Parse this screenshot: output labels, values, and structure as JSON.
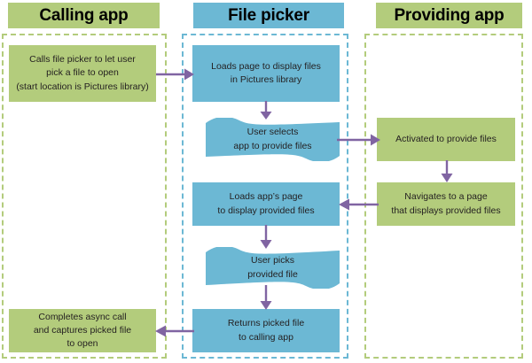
{
  "colors": {
    "green": "#b3cc7c",
    "blue": "#6cb8d4",
    "arrow": "#8064a2",
    "text": "#231f20",
    "background": "#ffffff"
  },
  "lanes": [
    {
      "id": "calling-app",
      "title": "Calling app",
      "color": "#b3cc7c"
    },
    {
      "id": "file-picker",
      "title": "File picker",
      "color": "#6cb8d4"
    },
    {
      "id": "providing-app",
      "title": "Providing app",
      "color": "#b3cc7c"
    }
  ],
  "nodes": [
    {
      "id": "calls-file-picker",
      "lane": "calling-app",
      "shape": "rectangle",
      "color": "#b3cc7c",
      "text": "Calls file picker  to let user\npick a file to open\n(start location  is Pictures library)"
    },
    {
      "id": "loads-page-pictures",
      "lane": "file-picker",
      "shape": "rectangle",
      "color": "#6cb8d4",
      "text": "Loads page to display files\nin Pictures library"
    },
    {
      "id": "user-selects-app",
      "lane": "file-picker",
      "shape": "tape",
      "color": "#6cb8d4",
      "text": "User selects\napp to provide files"
    },
    {
      "id": "activated-to-provide",
      "lane": "providing-app",
      "shape": "rectangle",
      "color": "#b3cc7c",
      "text": "Activated to provide files"
    },
    {
      "id": "loads-apps-page",
      "lane": "file-picker",
      "shape": "rectangle",
      "color": "#6cb8d4",
      "text": "Loads app’s page\nto display provided files"
    },
    {
      "id": "navigates-to-page",
      "lane": "providing-app",
      "shape": "rectangle",
      "color": "#b3cc7c",
      "text": "Navigates to a page\nthat displays provided files"
    },
    {
      "id": "user-picks-file",
      "lane": "file-picker",
      "shape": "tape",
      "color": "#6cb8d4",
      "text": "User picks\nprovided file"
    },
    {
      "id": "returns-picked-file",
      "lane": "file-picker",
      "shape": "rectangle",
      "color": "#6cb8d4",
      "text": "Returns picked file\nto calling app"
    },
    {
      "id": "completes-async-call",
      "lane": "calling-app",
      "shape": "rectangle",
      "color": "#b3cc7c",
      "text": "Completes async call\nand captures picked file\nto open"
    }
  ],
  "connectors": [
    {
      "id": "c1",
      "from": "calls-file-picker",
      "to": "loads-page-pictures",
      "direction": "right"
    },
    {
      "id": "c2",
      "from": "loads-page-pictures",
      "to": "user-selects-app",
      "direction": "down"
    },
    {
      "id": "c3",
      "from": "user-selects-app",
      "to": "activated-to-provide",
      "direction": "right"
    },
    {
      "id": "c4",
      "from": "activated-to-provide",
      "to": "navigates-to-page",
      "direction": "down"
    },
    {
      "id": "c5",
      "from": "navigates-to-page",
      "to": "loads-apps-page",
      "direction": "left"
    },
    {
      "id": "c6",
      "from": "loads-apps-page",
      "to": "user-picks-file",
      "direction": "down"
    },
    {
      "id": "c7",
      "from": "user-picks-file",
      "to": "returns-picked-file",
      "direction": "down"
    },
    {
      "id": "c8",
      "from": "returns-picked-file",
      "to": "completes-async-call",
      "direction": "left"
    }
  ]
}
